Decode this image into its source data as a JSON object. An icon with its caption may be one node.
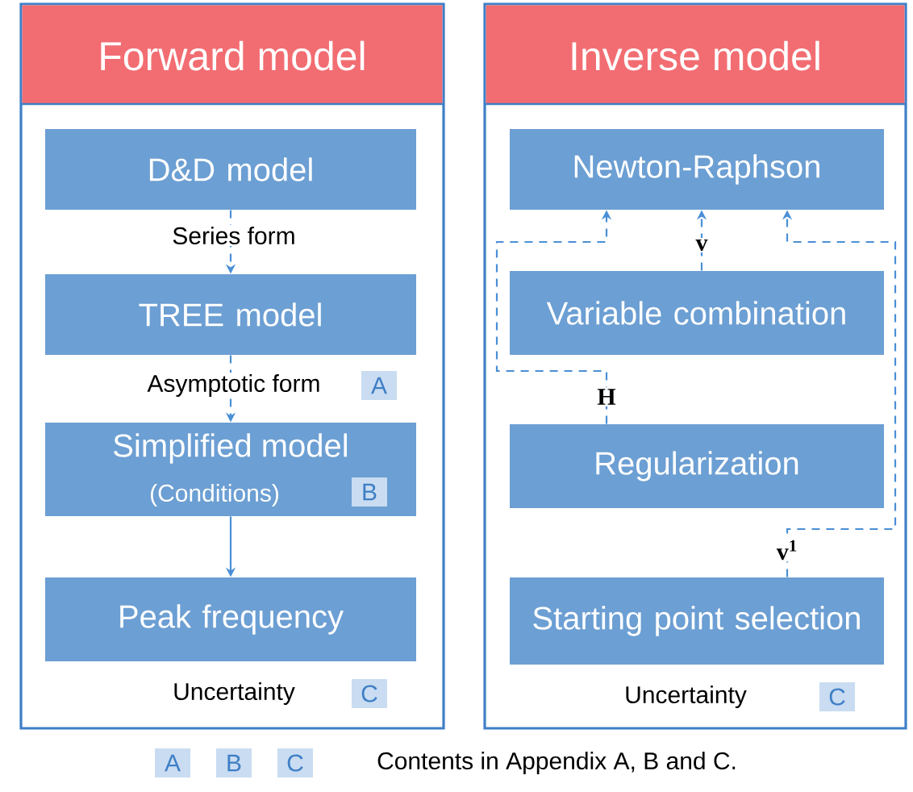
{
  "diagram": {
    "nodes": [
      {
        "text": [
          "Forward model"
        ]
      },
      {
        "text": [
          "D&D model"
        ],
        "in": 0
      },
      {
        "text": [
          "TREE model"
        ],
        "in": 0
      },
      {
        "text": [
          "Simplified model",
          "(Conditions)"
        ],
        "in": 0
      },
      {
        "text": [
          "Peak frequency"
        ],
        "in": 0,
        "beside": [
          "Uncertainty"
        ]
      },
      {
        "text": [
          "A"
        ],
        "in": 0
      },
      {
        "text": [
          "B"
        ],
        "in": 3
      },
      {
        "text": [
          "C"
        ],
        "in": 0
      },
      {
        "text": [
          "Inverse model"
        ]
      },
      {
        "text": [
          "Newton-Raphson"
        ],
        "in": 8
      },
      {
        "text": [
          "Variable combination"
        ],
        "in": 8
      },
      {
        "text": [
          "Regularization"
        ],
        "in": 8
      },
      {
        "text": [
          "Starting point selection"
        ],
        "in": 8,
        "beside": [
          "Uncertainty"
        ]
      },
      {
        "text": [
          "C"
        ],
        "in": 8
      },
      {
        "text": [
          "A"
        ]
      },
      {
        "text": [
          "B"
        ]
      },
      {
        "text": [
          "C"
        ]
      }
    ],
    "edges": [
      {
        "from": 1,
        "to": 2,
        "arrow": "to",
        "label": "Series form",
        "style": "dashed"
      },
      {
        "from": 2,
        "to": 3,
        "arrow": "to",
        "label": "Asymptotic form",
        "style": "dashed"
      },
      {
        "from": 3,
        "to": 4,
        "arrow": "to"
      },
      {
        "from": 11,
        "to": 9,
        "arrow": "to",
        "label": "H",
        "style": "dashed"
      },
      {
        "from": 10,
        "to": 9,
        "arrow": "to",
        "label": "v",
        "style": "dashed"
      },
      {
        "from": 12,
        "to": 9,
        "arrow": "to",
        "label": "v$^{1}$",
        "style": "dashed"
      }
    ],
    "labels": [
      "Contents in Appendix A, B and C."
    ]
  }
}
